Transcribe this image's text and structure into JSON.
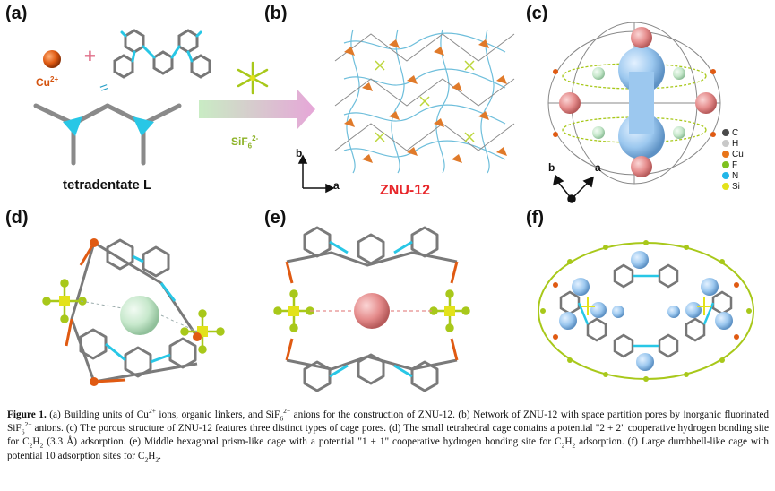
{
  "panels": {
    "a": {
      "label": "(a)",
      "cu_label": "Cu",
      "cu_charge": "2+",
      "plus": "+",
      "equals": "=",
      "ligand_label": "tetradentate L",
      "anion_label": "SiF",
      "anion_sub": "6",
      "anion_charge": "2-"
    },
    "b": {
      "label": "(b)",
      "axis_b": "b",
      "axis_a": "a",
      "title": "ZNU-12",
      "title_color": "#e8262a"
    },
    "c": {
      "label": "(c)",
      "axis_b": "b",
      "axis_a": "a",
      "legend": [
        {
          "symbol": "C",
          "color": "#4a4a4a"
        },
        {
          "symbol": "H",
          "color": "#c8c8c8"
        },
        {
          "symbol": "Cu",
          "color": "#e8751a"
        },
        {
          "symbol": "F",
          "color": "#7ec11f"
        },
        {
          "symbol": "N",
          "color": "#21b6e8"
        },
        {
          "symbol": "Si",
          "color": "#e3e21a"
        }
      ]
    },
    "d": {
      "label": "(d)"
    },
    "e": {
      "label": "(e)"
    },
    "f": {
      "label": "(f)"
    }
  },
  "caption": {
    "figure_label": "Figure 1.",
    "p1": " (a) Building units of Cu",
    "p1_sup": "2+",
    "p2": " ions, organic linkers, and SiF",
    "p2_sub": "6",
    "p2_sup": "2−",
    "p3": " anions for the construction of ZNU-12. (b) Network of ZNU-12 with space partition pores by inorganic fluorinated SiF",
    "p3_sub": "6",
    "p3_sup": "2−",
    "p4": " anions. (c) The porous structure of ZNU-12 features three distinct types of cage pores. (d) The small tetrahedral cage contains a potential \"2 + 2\" cooperative hydrogen bonding site for C",
    "p4_sub1": "2",
    "p4_mid": "H",
    "p4_sub2": "2",
    "p5": " (3.3 Å) adsorption. (e) Middle hexagonal prism-like cage with a potential \"1 + 1\" cooperative hydrogen bonding site for C",
    "p5_sub1": "2",
    "p5_mid": "H",
    "p5_sub2": "2",
    "p6": " adsorption. (f) Large dumbbell-like cage with potential 10 adsorption sites for C",
    "p6_sub1": "2",
    "p6_mid": "H",
    "p6_sub2": "2",
    "p7": "."
  },
  "colors": {
    "cu": "#e05a12",
    "ligand_cyan": "#28c7e6",
    "ligand_gray": "#8a8a8a",
    "anion_green": "#a8c81a",
    "pink": "#e99a9a",
    "blue_sphere": "#9ec9ee",
    "mint": "#cdebd3",
    "red_title": "#e8262a"
  },
  "icons": [
    "copper-ion-sphere",
    "siF6-anion-icon",
    "arrow-right-icon",
    "axis-icon"
  ]
}
